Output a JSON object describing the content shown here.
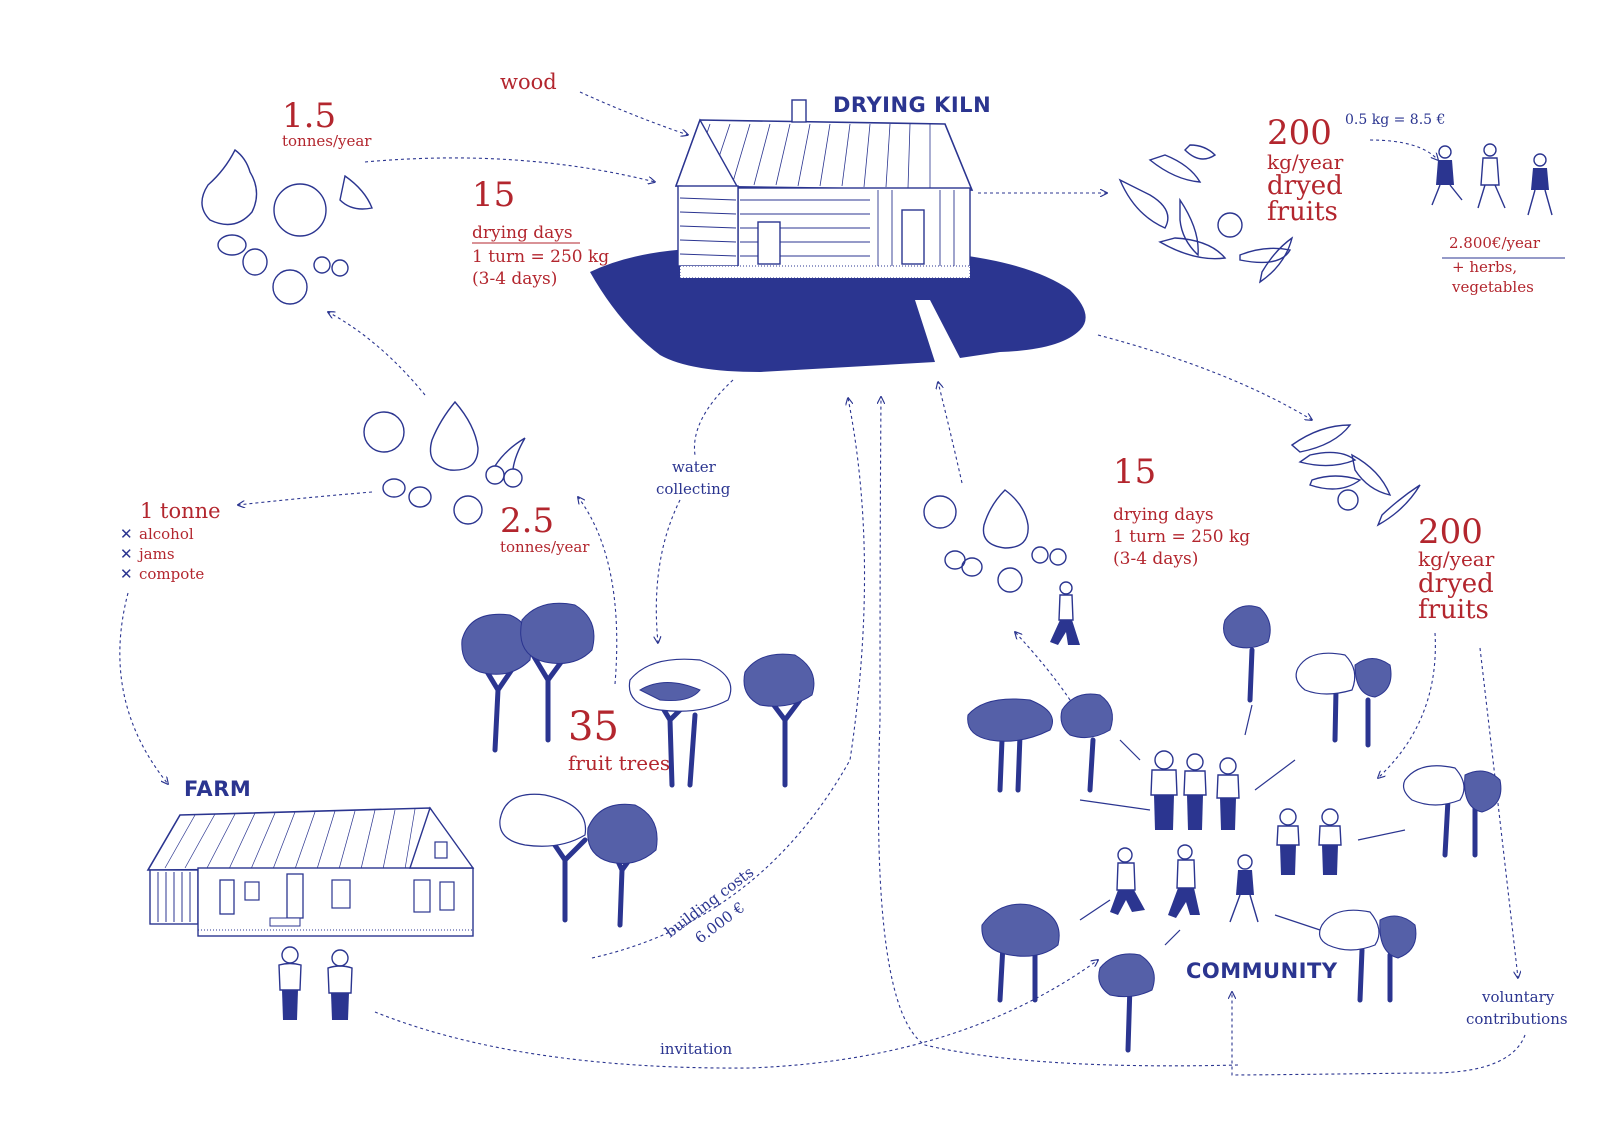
{
  "kiln": {
    "title": "DRYING KILN",
    "wood_label": "wood"
  },
  "orchard_left": {
    "tonnes_value": "1.5",
    "tonnes_unit": "tonnes/year"
  },
  "kiln_drying": {
    "days_value": "15",
    "days_label": "drying days",
    "turn_label": "1 turn = 250 kg",
    "turn_days": "(3-4 days)"
  },
  "output_top": {
    "value": "200",
    "unit": "kg/year",
    "product_line1": "dryed",
    "product_line2": "fruits",
    "price": "0.5 kg = 8.5 €",
    "income": "2.800€/year",
    "extra_line1": "+ herbs,",
    "extra_line2": "vegetables"
  },
  "farm_fruits": {
    "value": "2.5",
    "unit": "tonnes/year",
    "other_use_value": "1 tonne",
    "other_uses": [
      "alcohol",
      "jams",
      "compote"
    ]
  },
  "water": {
    "line1": "water",
    "line2": "collecting"
  },
  "trees": {
    "value": "35",
    "label": "fruit trees"
  },
  "farm": {
    "title": "FARM",
    "costs_line1": "building costs",
    "costs_line2": "6.000 €",
    "invitation": "invitation"
  },
  "community_drying": {
    "days_value": "15",
    "days_label": "drying days",
    "turn_label": "1 turn = 250 kg",
    "turn_days": "(3-4 days)"
  },
  "output_right": {
    "value": "200",
    "unit": "kg/year",
    "product_line1": "dryed",
    "product_line2": "fruits"
  },
  "community": {
    "title": "COMMUNITY",
    "contrib_line1": "voluntary",
    "contrib_line2": "contributions"
  },
  "colors": {
    "ink_blue": "#2b3590",
    "accent_red": "#b3262e"
  }
}
